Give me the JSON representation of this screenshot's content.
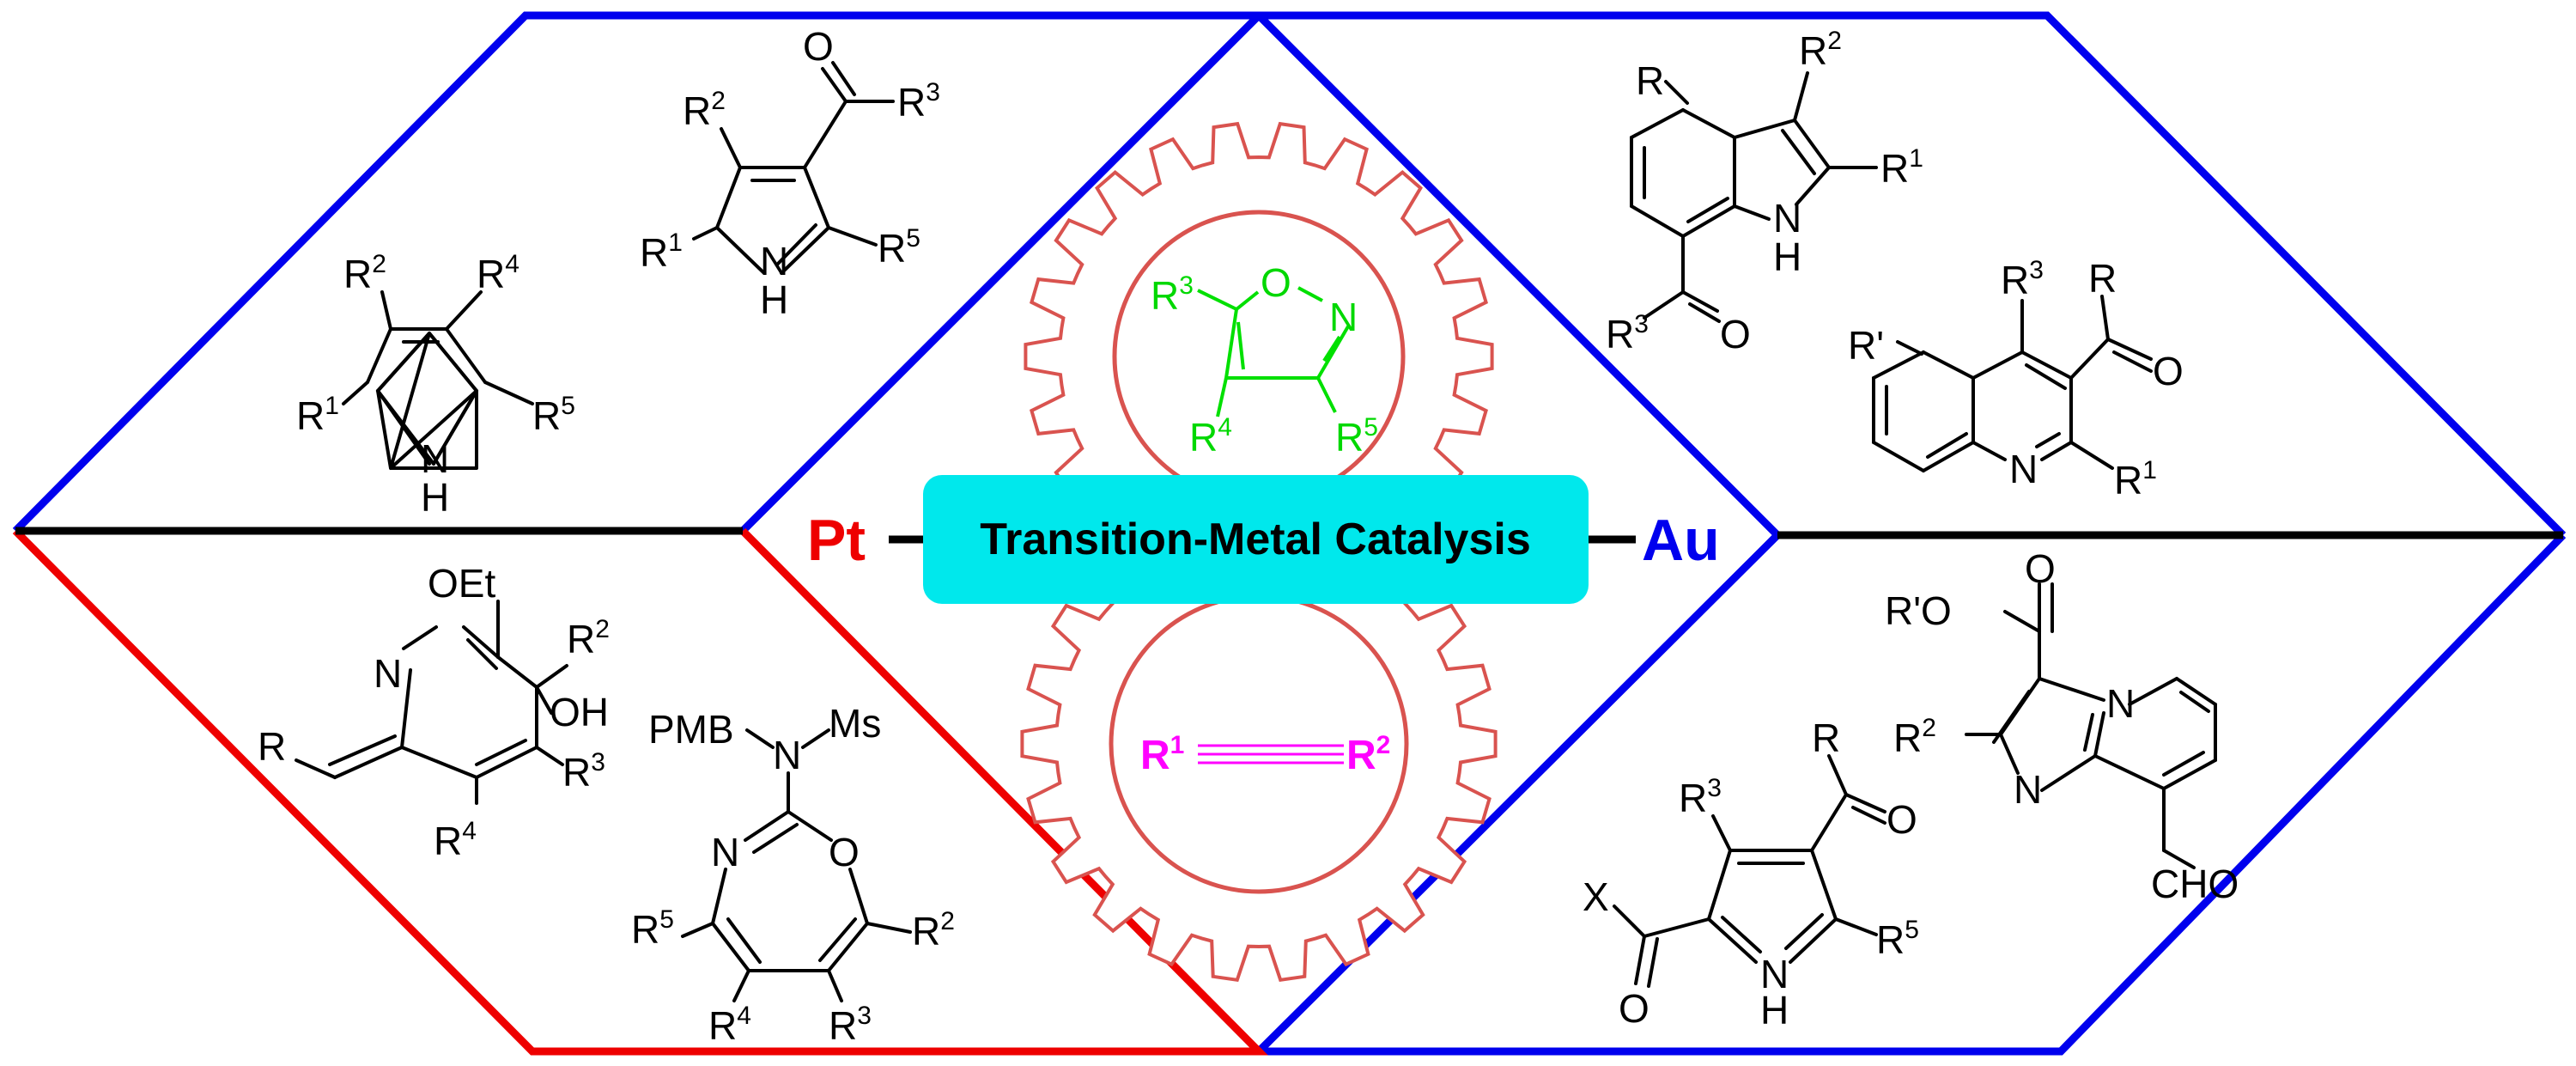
{
  "colors": {
    "platinum": "#ee0000",
    "gold": "#0000ee",
    "divider": "#000000",
    "banner": "#00e8ec",
    "gear": "#d9534f",
    "isoxazole": "#00d800",
    "alkyne": "#ff00ff"
  },
  "center": {
    "banner_text": "Transition-Metal Catalysis",
    "left_metal": "Pt",
    "right_metal": "Au",
    "alkyne": {
      "r1": "R",
      "r1_sup": "1",
      "r2": "R",
      "r2_sup": "2"
    },
    "isoxazole": {
      "o": "O",
      "n": "N",
      "r3": "R",
      "r3_sup": "3",
      "r4": "R",
      "r4_sup": "4",
      "r5": "R",
      "r5_sup": "5"
    }
  },
  "pt_top": {
    "pyrrole_a": {
      "r1": "R",
      "r1_sup": "1",
      "r2": "R",
      "r2_sup": "2",
      "r4": "R",
      "r4_sup": "4",
      "r5": "R",
      "r5_sup": "5",
      "nh_n": "N",
      "nh_h": "H"
    },
    "pyrrole_b": {
      "o": "O",
      "r1": "R",
      "r1_sup": "1",
      "r2": "R",
      "r2_sup": "2",
      "r3": "R",
      "r3_sup": "3",
      "r5": "R",
      "r5_sup": "5",
      "nh_n": "N",
      "nh_h": "H"
    }
  },
  "pt_bottom": {
    "pyridine": {
      "oet": "OEt",
      "n": "N",
      "r": "R",
      "r2": "R",
      "r2_sup": "2",
      "oh": "OH",
      "r3": "R",
      "r3_sup": "3",
      "r4": "R",
      "r4_sup": "4"
    },
    "oxazepine": {
      "pmb": "PMB",
      "n_top": "N",
      "ms": "Ms",
      "n_ring": "N",
      "o_ring": "O",
      "r2": "R",
      "r2_sup": "2",
      "r3": "R",
      "r3_sup": "3",
      "r4": "R",
      "r4_sup": "4",
      "r5": "R",
      "r5_sup": "5"
    }
  },
  "au_top": {
    "indole": {
      "r": "R",
      "r1": "R",
      "r1_sup": "1",
      "r2": "R",
      "r2_sup": "2",
      "r3": "R",
      "r3_sup": "3",
      "o": "O",
      "nh_n": "N",
      "nh_h": "H"
    },
    "quinoline": {
      "rprime": "R'",
      "r": "R",
      "r1": "R",
      "r1_sup": "1",
      "r3": "R",
      "r3_sup": "3",
      "o": "O",
      "n": "N"
    }
  },
  "au_bottom": {
    "imidazopyridine": {
      "ester": "R'O",
      "o": "O",
      "r2": "R",
      "r2_sup": "2",
      "n_bridge": "N",
      "n_ring": "N",
      "cho": "CHO"
    },
    "pyrrole_c": {
      "r": "R",
      "o_top": "O",
      "r3": "R",
      "r3_sup": "3",
      "r5": "R",
      "r5_sup": "5",
      "x": "X",
      "o_bottom": "O",
      "nh_n": "N",
      "nh_h": "H"
    }
  }
}
